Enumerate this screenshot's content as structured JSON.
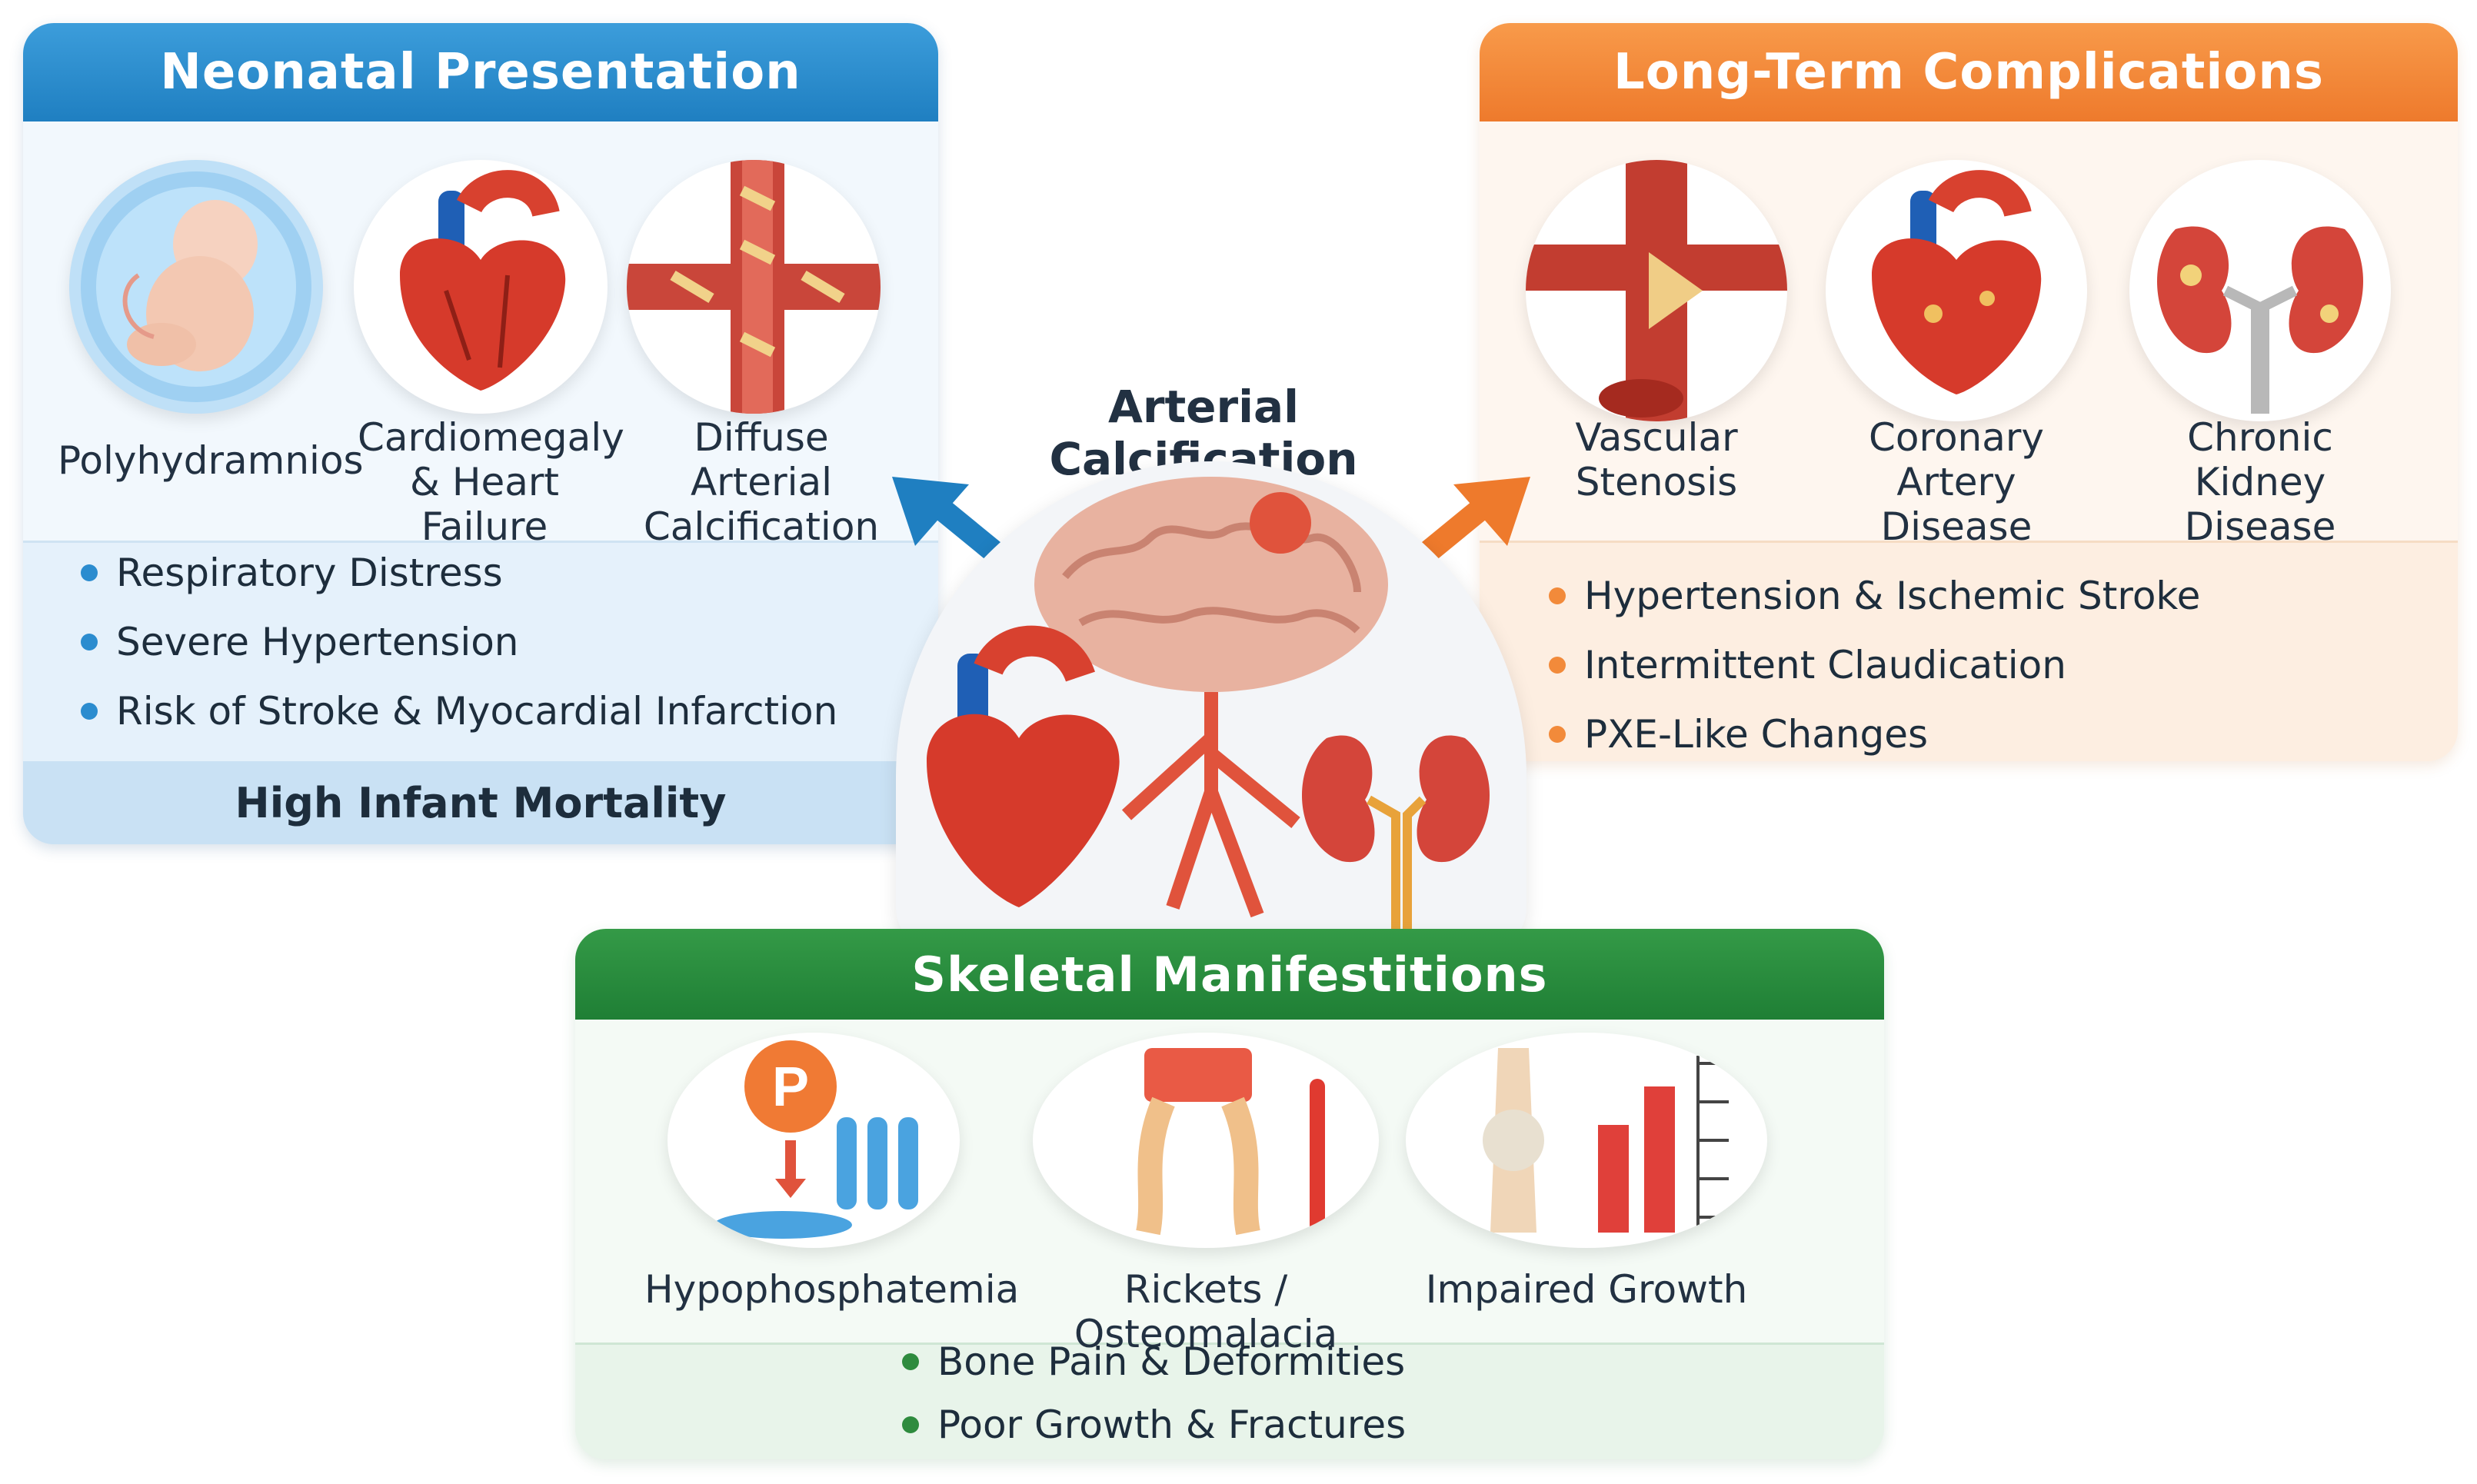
{
  "center": {
    "title": "Arterial Calcification",
    "illustration": "brain-heart-kidney-arteries-illustration"
  },
  "neonatal": {
    "title": "Neonatal Presentation",
    "color": "#2b8ccf",
    "icons": [
      {
        "label": "Polyhydramnios",
        "icon": "fetus-icon"
      },
      {
        "label_line1": "Cardiomegaly",
        "label_line2": "& Heart Failure",
        "icon": "heart-icon"
      },
      {
        "label_line1": "Diffuse Arterial",
        "label_line2": "Calcification",
        "icon": "calcified-artery-icon"
      }
    ],
    "bullets": [
      "Respiratory Distress",
      "Severe Hypertension",
      "Risk of Stroke & Myocardial Infarction"
    ],
    "footer": "High Infant Mortality"
  },
  "longterm": {
    "title": "Long-Term Complications",
    "color": "#f28a3a",
    "icons": [
      {
        "label_line1": "Vascular",
        "label_line2": "Stenosis",
        "icon": "stenosed-artery-icon"
      },
      {
        "label_line1": "Coronary Artery",
        "label_line2": "Disease",
        "icon": "heart-icon"
      },
      {
        "label_line1": "Chronic",
        "label_line2": "Kidney Disease",
        "icon": "kidneys-icon"
      }
    ],
    "bullets": [
      "Hypertension & Ischemic Stroke",
      "Intermittent Claudication",
      "PXE-Like Changes"
    ]
  },
  "skeletal": {
    "title": "Skeletal Manifestitions",
    "color": "#2e8b3e",
    "icons": [
      {
        "label": "Hypophosphatemia",
        "icon": "phosphate-test-tubes-icon",
        "badge": "P"
      },
      {
        "label": "Rickets / Osteomalacia",
        "icon": "bowed-legs-icon"
      },
      {
        "label": "Impaired Growth",
        "icon": "bone-growth-chart-icon"
      }
    ],
    "bullets": [
      "Bone Pain & Deformities",
      "Poor Growth & Fractures"
    ]
  }
}
